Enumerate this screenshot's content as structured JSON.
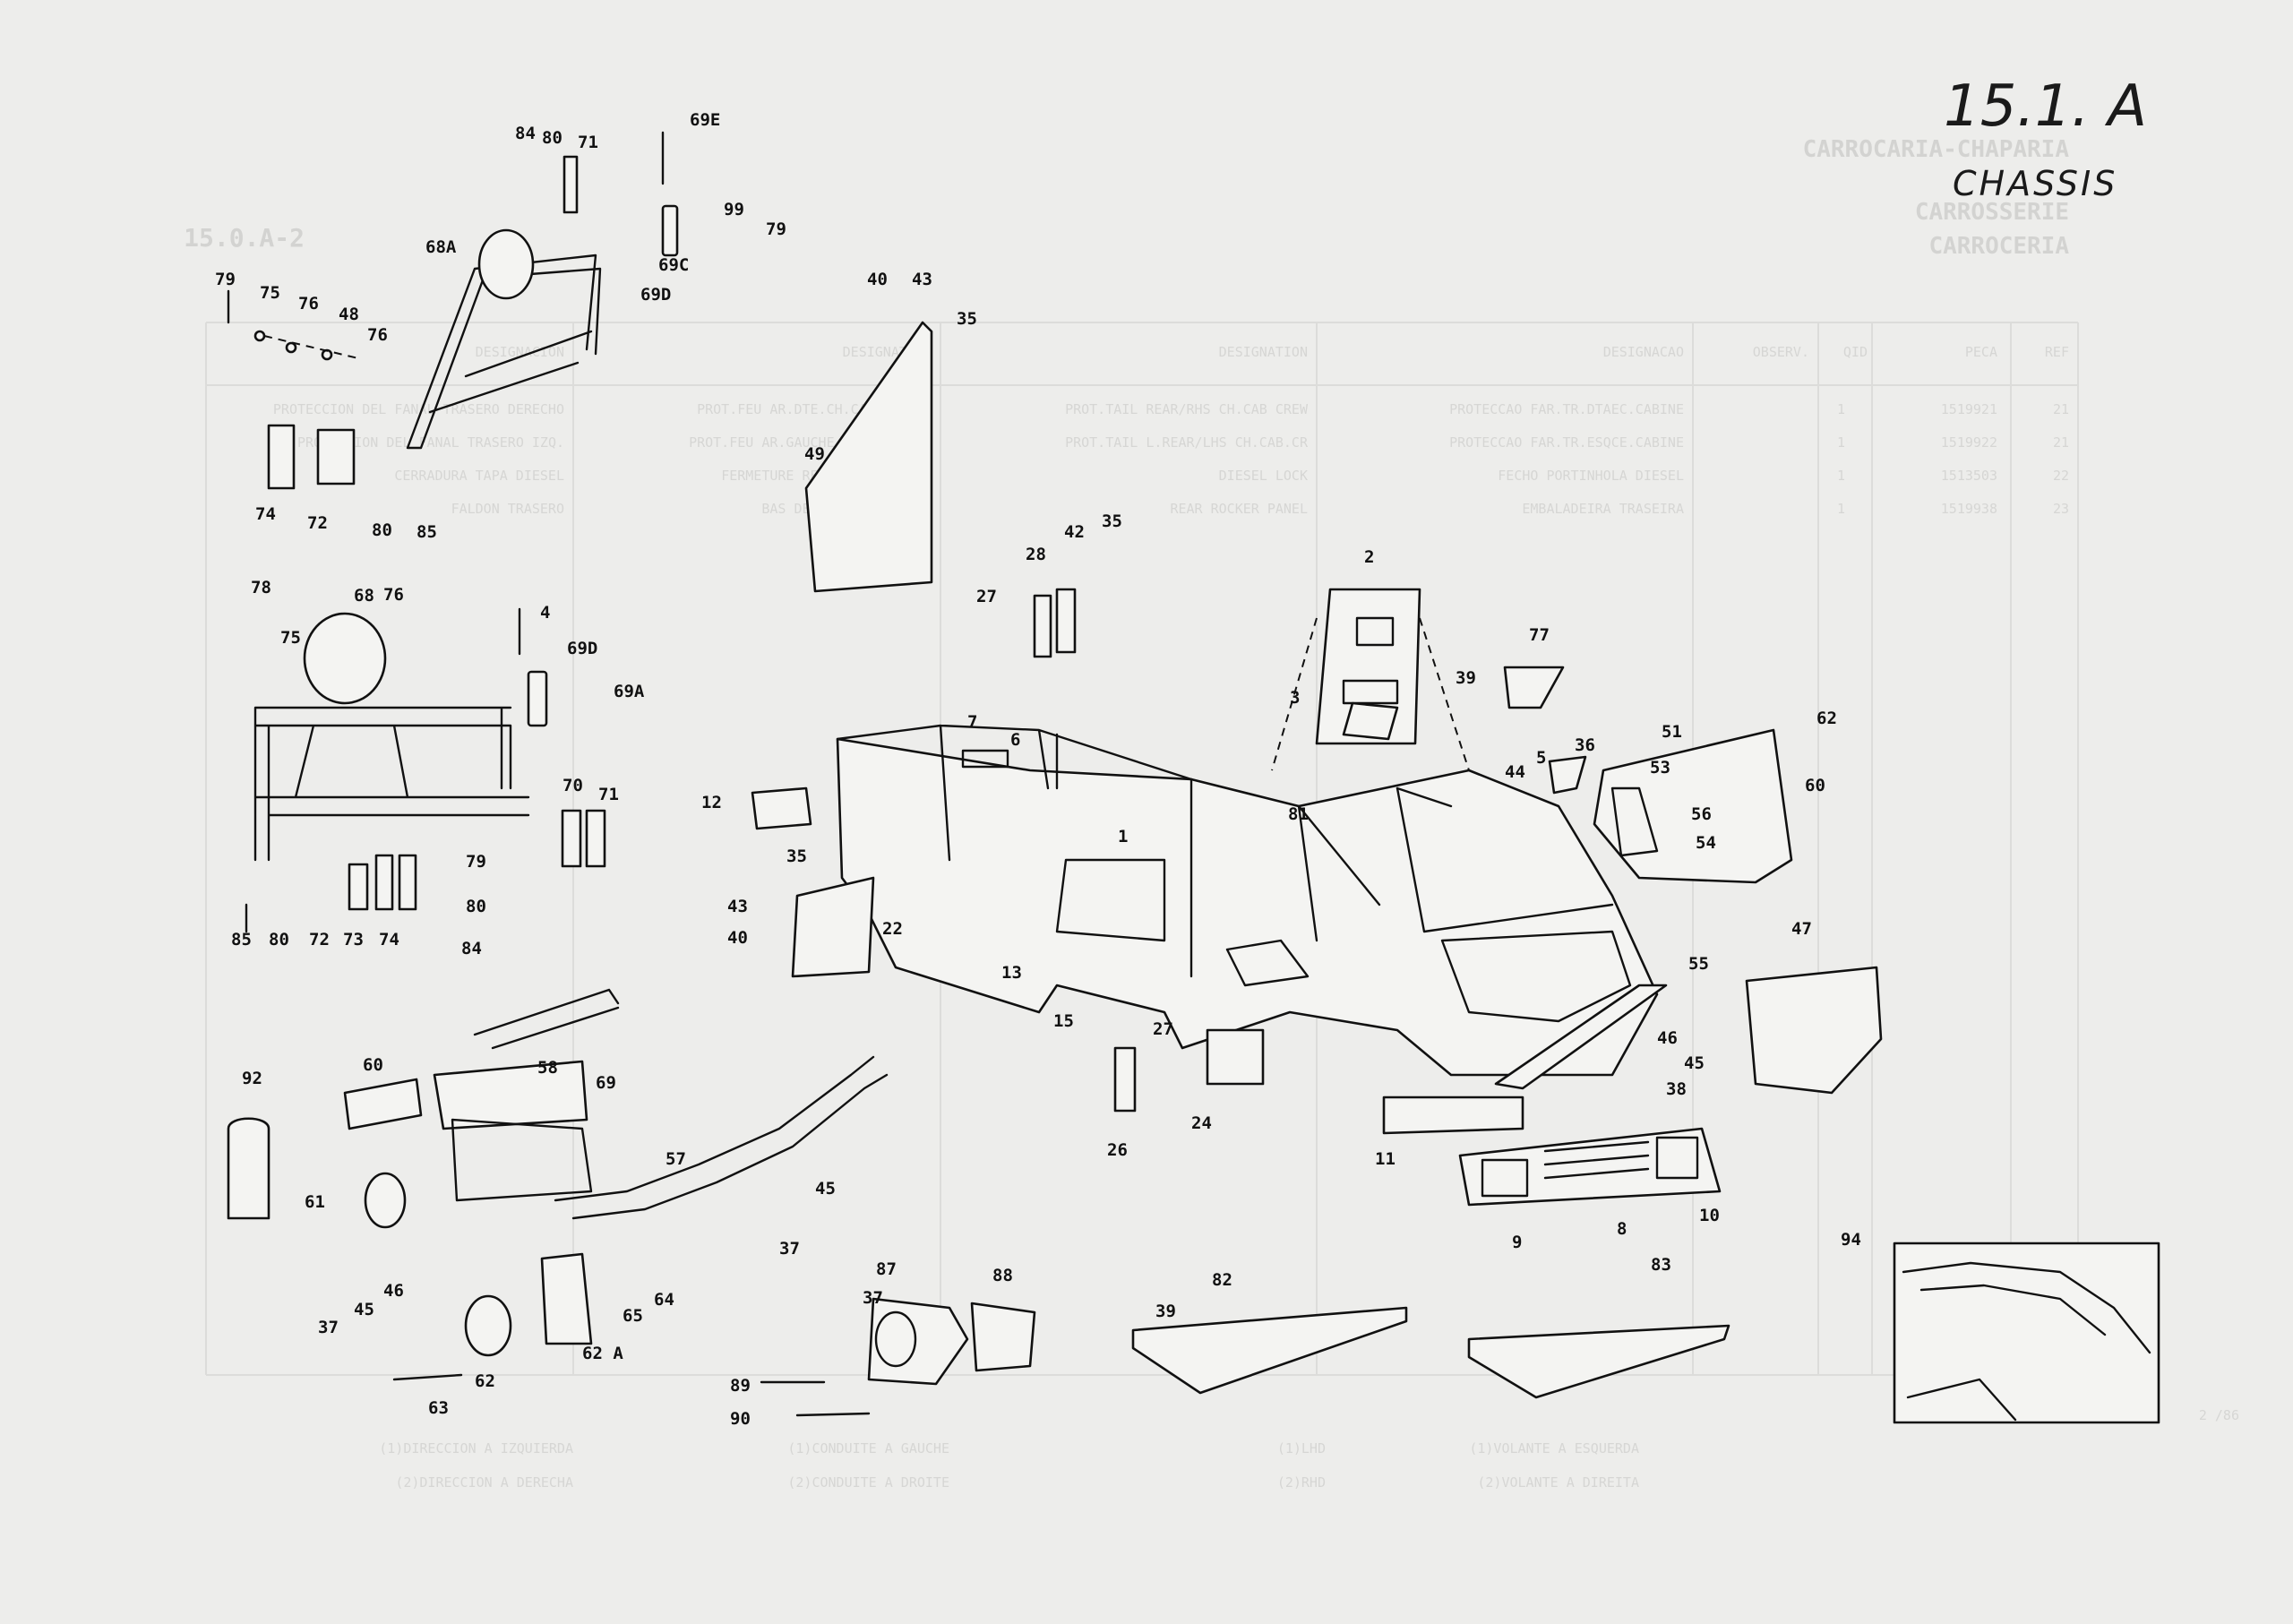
{
  "header": {
    "page_code": "15.1. A",
    "section_title": "CHASSIS"
  },
  "ghost": {
    "titles": [
      "CARROCARIA-CHAPARIA",
      "CARROSSERIE",
      "CARROCERIA"
    ],
    "page_ref": "15.0.A-2",
    "columns": [
      "REF",
      "PECA",
      "QID",
      "OBSERV.",
      "DESIGNACAO",
      "DESIGNATION",
      "DESIGNATION",
      "DESIGNACION"
    ],
    "rows": [
      [
        "21",
        "1519921",
        "1",
        "PROTECCAO FAR.TR.DTAEC.CABINE",
        "PROT.TAIL REAR/RHS CH.CAB CREW",
        "PROT.FEU AR.DTE.CH.CAB.DOUBLE",
        "PROTECCION DEL FANAL TRASERO DERECHO"
      ],
      [
        "21",
        "1519922",
        "1",
        "PROTECCAO FAR.TR.ESQCE.CABINE",
        "PROT.TAIL L.REAR/LHS CH.CAB.CR",
        "PROT.FEU AR.GAUCHE CH.CAB.DOUB",
        "PROTECCION DEL FANAL TRASERO IZQ."
      ],
      [
        "22",
        "1513503",
        "1",
        "FECHO PORTINHOLA DIESEL",
        "DIESEL LOCK",
        "FERMETURE RESERVOIR DIESEL",
        "CERRADURA TAPA DIESEL"
      ],
      [
        "23",
        "1519938",
        "1",
        "EMBALADEIRA TRASEIRA",
        "REAR ROCKER PANEL",
        "BAS DE CAISSE ARRIERE",
        "FALDON TRASERO"
      ]
    ],
    "footer": {
      "left": [
        "(1)VOLANTE A ESQUERDA",
        "(2)VOLANTE A DIREITA"
      ],
      "mid": [
        "(1)LHD",
        "(2)RHD"
      ],
      "right": [
        "(1)CONDUITE A GAUCHE",
        "(2)CONDUITE A DROITE"
      ],
      "far": [
        "(1)DIRECCION A IZQUIERDA",
        "(2)DIRECCION A DERECHA"
      ],
      "date": "2 /86"
    }
  },
  "callouts": [
    "84",
    "80",
    "71",
    "69E",
    "99",
    "79",
    "68A",
    "69C",
    "69D",
    "79",
    "75",
    "76",
    "48",
    "76",
    "74",
    "72",
    "80",
    "85",
    "40",
    "43",
    "35",
    "49",
    "78",
    "68",
    "75",
    "76",
    "4",
    "69D",
    "69A",
    "70",
    "71",
    "79",
    "80",
    "84",
    "85",
    "80",
    "72",
    "73",
    "74",
    "28",
    "42",
    "35",
    "27",
    "2",
    "39",
    "77",
    "3",
    "7",
    "6",
    "1",
    "12",
    "35",
    "43",
    "40",
    "22",
    "81",
    "36",
    "44",
    "5",
    "51",
    "53",
    "62",
    "60",
    "56",
    "54",
    "55",
    "47",
    "13",
    "15",
    "27",
    "26",
    "24",
    "46",
    "45",
    "38",
    "11",
    "9",
    "8",
    "10",
    "94",
    "92",
    "60",
    "58",
    "69",
    "57",
    "45",
    "37",
    "37",
    "61",
    "46",
    "45",
    "37",
    "64",
    "65",
    "62 A",
    "62",
    "63",
    "87",
    "88",
    "89",
    "90",
    "39",
    "82",
    "83"
  ]
}
